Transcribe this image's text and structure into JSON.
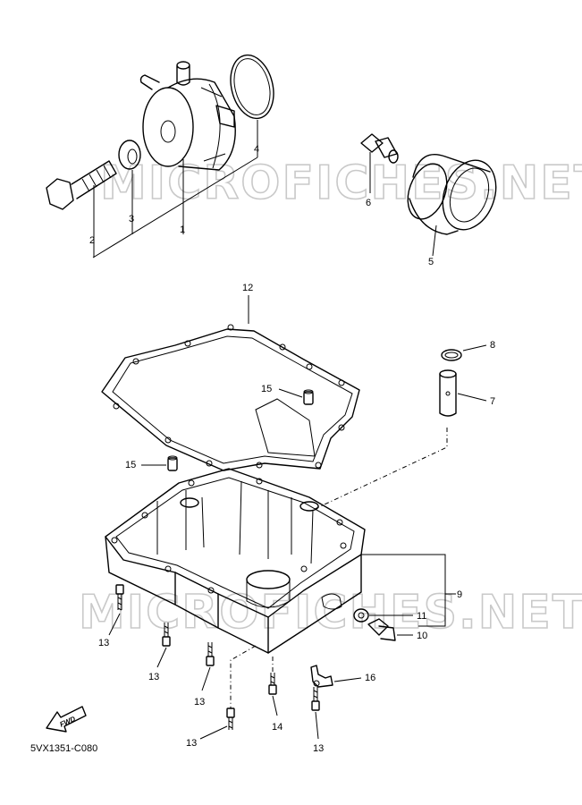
{
  "watermark": "MICROFICHES.NET",
  "diagram_code": "5VX1351-C080",
  "fwd_label": "FWD",
  "callouts": {
    "c1": "1",
    "c2": "2",
    "c3": "3",
    "c4": "4",
    "c5": "5",
    "c6": "6",
    "c7": "7",
    "c8": "8",
    "c9": "9",
    "c10": "10",
    "c11": "11",
    "c12": "12",
    "c13a": "13",
    "c13b": "13",
    "c13c": "13",
    "c13d": "13",
    "c13e": "13",
    "c14": "14",
    "c15a": "15",
    "c15b": "15",
    "c16": "16"
  }
}
